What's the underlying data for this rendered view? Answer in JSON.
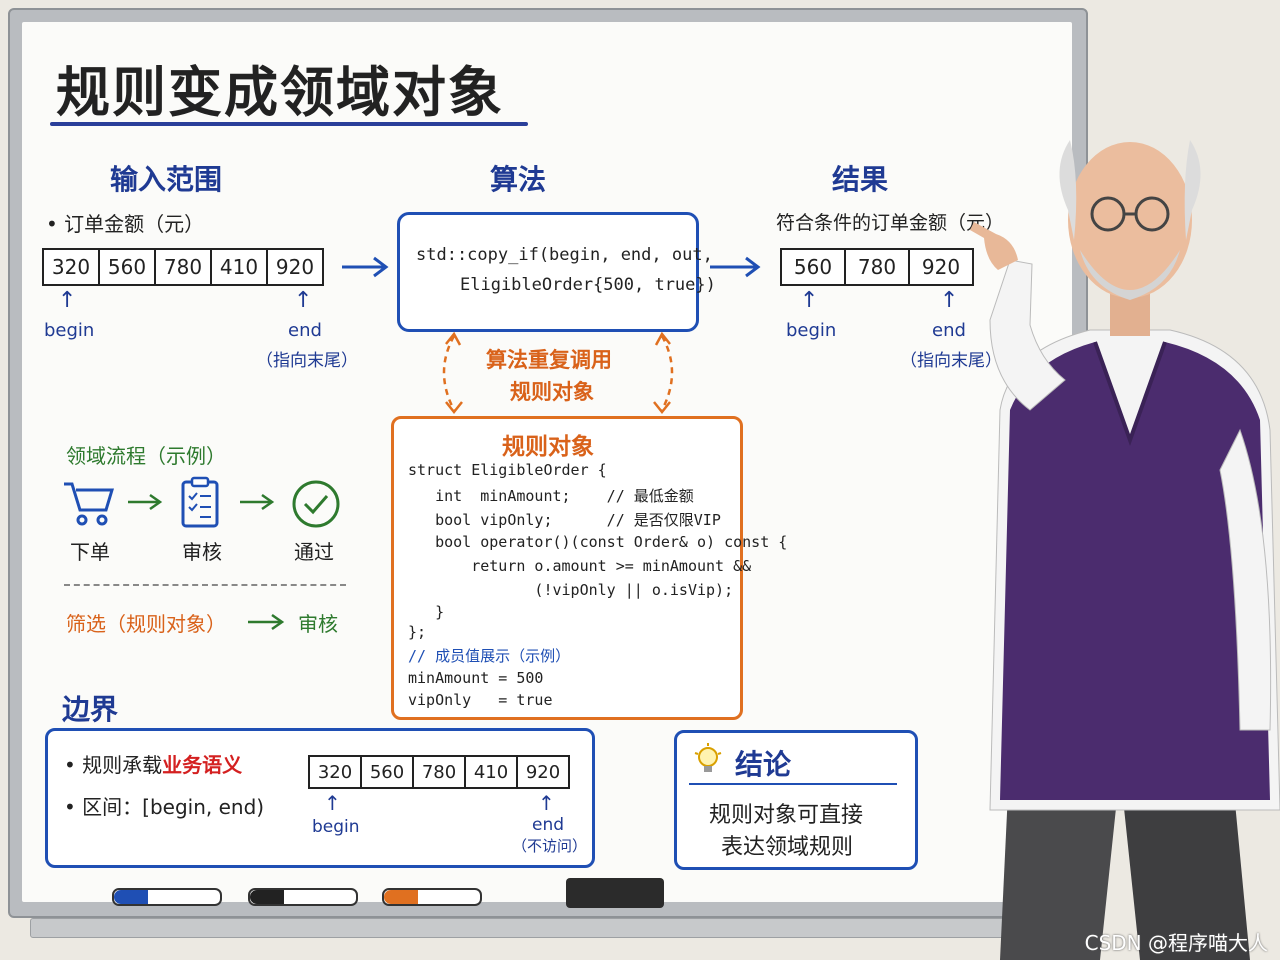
{
  "title": "规则变成领域对象",
  "input": {
    "header": "输入范围",
    "label": "• 订单金额（元）",
    "values": [
      "320",
      "560",
      "780",
      "410",
      "920"
    ],
    "begin": "begin",
    "end": "end",
    "end_note": "（指向末尾）"
  },
  "algorithm": {
    "header": "算法",
    "code_line1": "std::copy_if(begin, end, out,",
    "code_line2": "EligibleOrder{500, true})"
  },
  "result": {
    "header": "结果",
    "label": "符合条件的订单金额（元）",
    "values": [
      "560",
      "780",
      "920"
    ],
    "begin": "begin",
    "end": "end",
    "end_note": "（指向末尾）"
  },
  "repeat_call": {
    "line1": "算法重复调用",
    "line2": "规则对象"
  },
  "rule_object": {
    "header": "规则对象",
    "lines": [
      "struct EligibleOrder {",
      "   int  minAmount;    // 最低金额",
      "   bool vipOnly;      // 是否仅限VIP",
      "   bool operator()(const Order& o) const {",
      "       return o.amount >= minAmount &&",
      "              (!vipOnly || o.isVip);",
      "   }",
      "};",
      "// 成员值展示（示例）",
      "minAmount = 500",
      "vipOnly   = true"
    ]
  },
  "flow": {
    "header": "领域流程（示例）",
    "steps": [
      "下单",
      "审核",
      "通过"
    ],
    "filter_label": "筛选（规则对象）",
    "filter_target": "审核"
  },
  "boundary": {
    "header": "边界",
    "bullet1_prefix": "• 规则承载",
    "bullet1_highlight": "业务语义",
    "bullet2": "• 区间：[begin, end)",
    "values": [
      "320",
      "560",
      "780",
      "410",
      "920"
    ],
    "begin": "begin",
    "end": "end",
    "end_note": "（不访问）"
  },
  "conclusion": {
    "header": "结论",
    "line1": "规则对象可直接",
    "line2": "表达领域规则"
  },
  "watermark": "CSDN @程序喵大人",
  "colors": {
    "blue": "#1f4fb4",
    "orange": "#e07020",
    "green": "#2e7a2e",
    "red": "#d42020",
    "vest": "#4b2c6e"
  }
}
